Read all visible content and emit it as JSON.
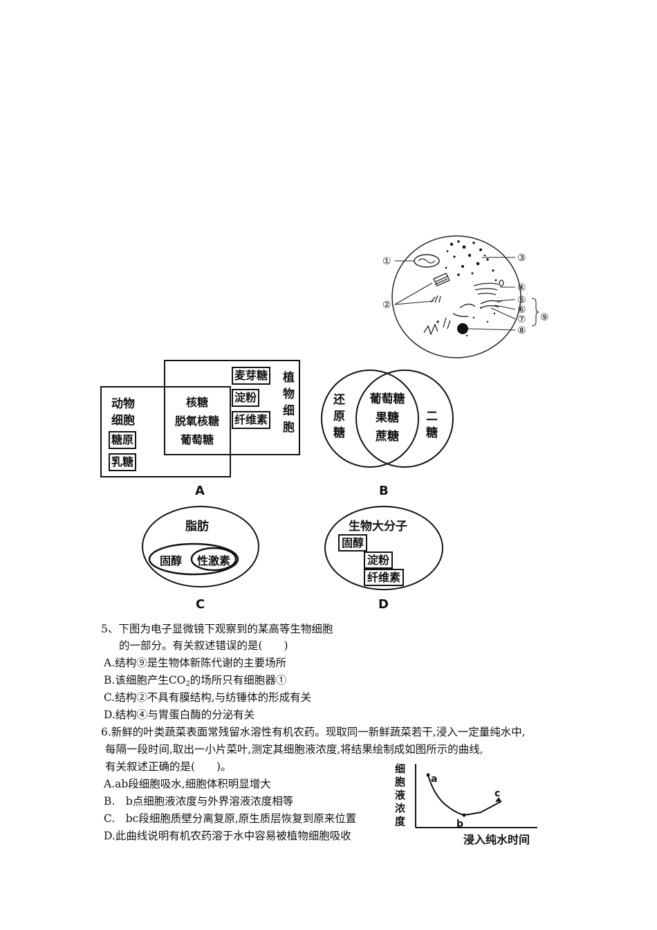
{
  "cell_figure": {
    "labels": [
      "①",
      "②",
      "③",
      "④",
      "⑤",
      "⑥",
      "⑦",
      "⑧",
      "⑨"
    ]
  },
  "venn": {
    "A": {
      "caption": "A",
      "animal_label": [
        "动物",
        "细胞"
      ],
      "animal_items": [
        "糖原",
        "乳糖"
      ],
      "shared_items": [
        "核糖",
        "脱氧核糖",
        "葡萄糖"
      ],
      "plant_items": [
        "麦芽糖",
        "淀粉",
        "纤维素"
      ],
      "plant_label": [
        "植",
        "物",
        "细",
        "胞"
      ]
    },
    "B": {
      "caption": "B",
      "left_label": [
        "还",
        "原",
        "糖"
      ],
      "shared_items": [
        "葡萄糖",
        "果糖",
        "蔗糖"
      ],
      "right_label": [
        "二",
        "糖"
      ]
    },
    "C": {
      "caption": "C",
      "outer_label": "脂肪",
      "inner_label": "固醇",
      "innermost_label": "性激素"
    },
    "D": {
      "caption": "D",
      "outer_label": "生物大分子",
      "items": [
        "固醇",
        "淀粉",
        "纤维素"
      ]
    }
  },
  "question5": {
    "stem_line1": "5、下图为电子显微镜下观察到的某高等生物细胞",
    "stem_line2": "的一部分。有关叙述错误的是(　　)",
    "options": {
      "A": "A.结构⑨是生物体新陈代谢的主要场所",
      "B_pre": "B.该细胞产生CO",
      "B_sub": "2",
      "B_post": "的场所只有细胞器①",
      "C": "C.结构②不具有膜结构,与纺锤体的形成有关",
      "D": "D.结构④与胃蛋白酶的分泌有关"
    }
  },
  "question6": {
    "stem_line1": "6.新鲜的叶类蔬菜表面常残留水溶性有机农药。现取同一新鲜蔬菜若干,浸入一定量纯水中,",
    "stem_line2": "每隔一段时间,取出一小片菜叶,测定其细胞液浓度,将结果绘制成如图所示的曲线,",
    "stem_line3": "有关叙述正确的是(　　)。",
    "options": {
      "A": "A.ab段细胞吸水,细胞体积明显增大",
      "B": "B.　b点细胞液浓度与外界溶液浓度相等",
      "C": "C.　bc段细胞质壁分离复原,原生质层恢复到原来位置",
      "D": "D.此曲线说明有机农药溶于水中容易被植物细胞吸收"
    }
  },
  "curve_figure": {
    "y_axis_label": [
      "细",
      "胞",
      "液",
      "浓",
      "度"
    ],
    "x_axis_label": "浸入纯水时间",
    "points": [
      "a",
      "b",
      "c"
    ]
  }
}
